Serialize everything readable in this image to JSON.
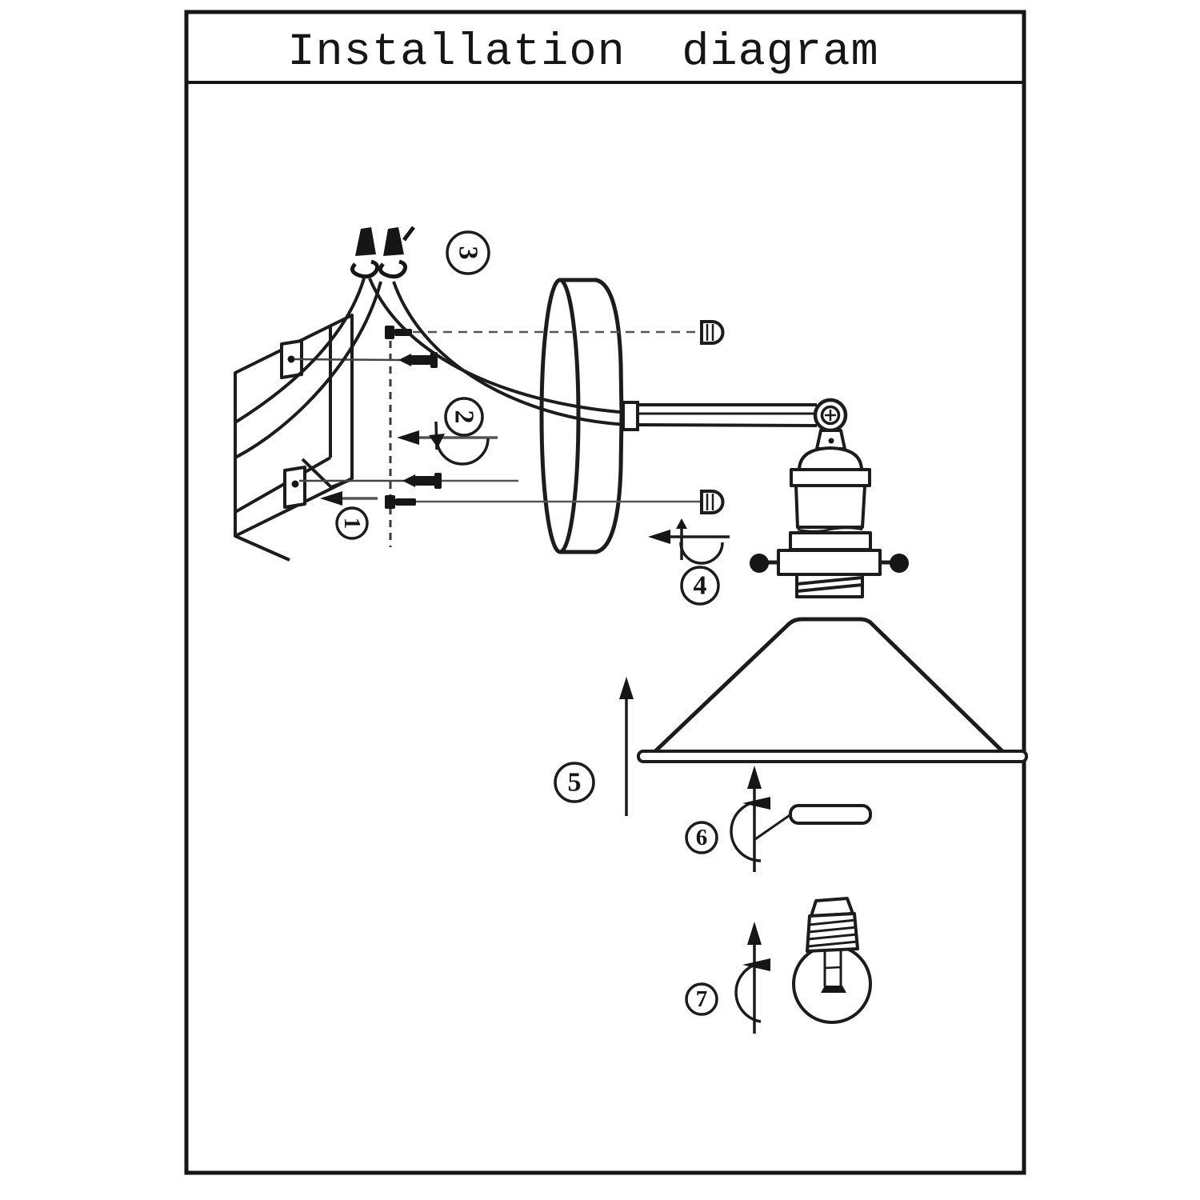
{
  "title": "Installation  diagram",
  "step_numbers": [
    "1",
    "2",
    "3",
    "4",
    "5",
    "6",
    "7"
  ]
}
